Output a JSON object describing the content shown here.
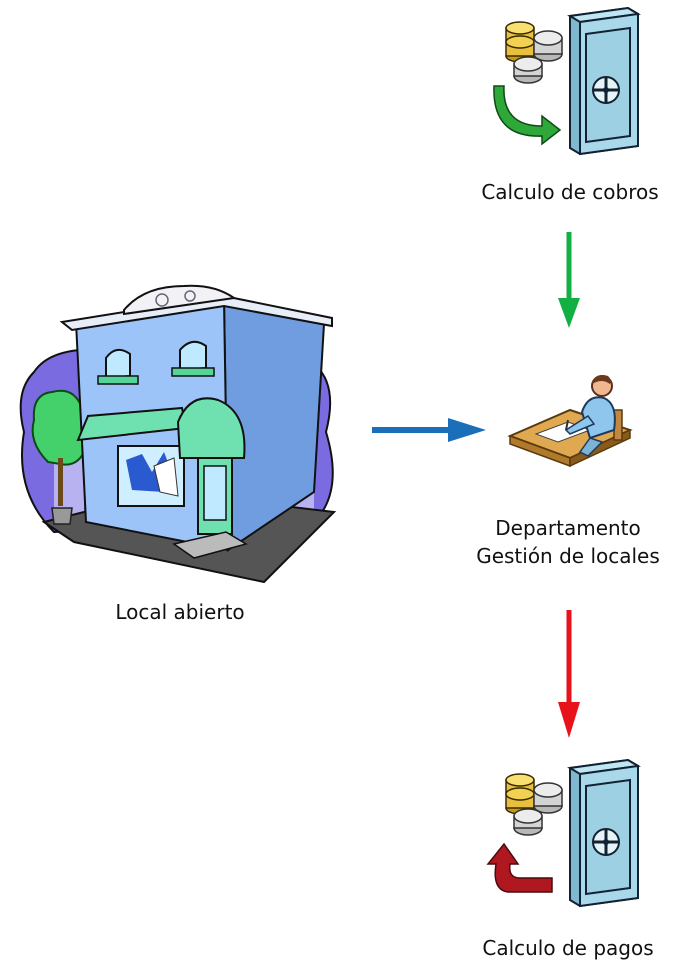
{
  "nodes": {
    "cobros": {
      "label": "Calculo de cobros",
      "icon": "safe-coins-collect-icon"
    },
    "departamento": {
      "label_line1": "Departamento",
      "label_line2": "Gestión de locales",
      "icon": "person-at-desk-icon"
    },
    "local": {
      "label": "Local abierto",
      "icon": "shop-building-icon"
    },
    "pagos": {
      "label": "Calculo de pagos",
      "icon": "safe-coins-pay-icon"
    }
  },
  "arrows": [
    {
      "from": "cobros",
      "to": "departamento",
      "color": "#12b043"
    },
    {
      "from": "local",
      "to": "departamento",
      "color": "#1a6fb8"
    },
    {
      "from": "departamento",
      "to": "pagos",
      "color": "#e8121a"
    }
  ],
  "colors": {
    "collect": "#2fa83a",
    "pay": "#b01820",
    "safe": "#9fd3e6",
    "building": "#8fb8f0"
  }
}
